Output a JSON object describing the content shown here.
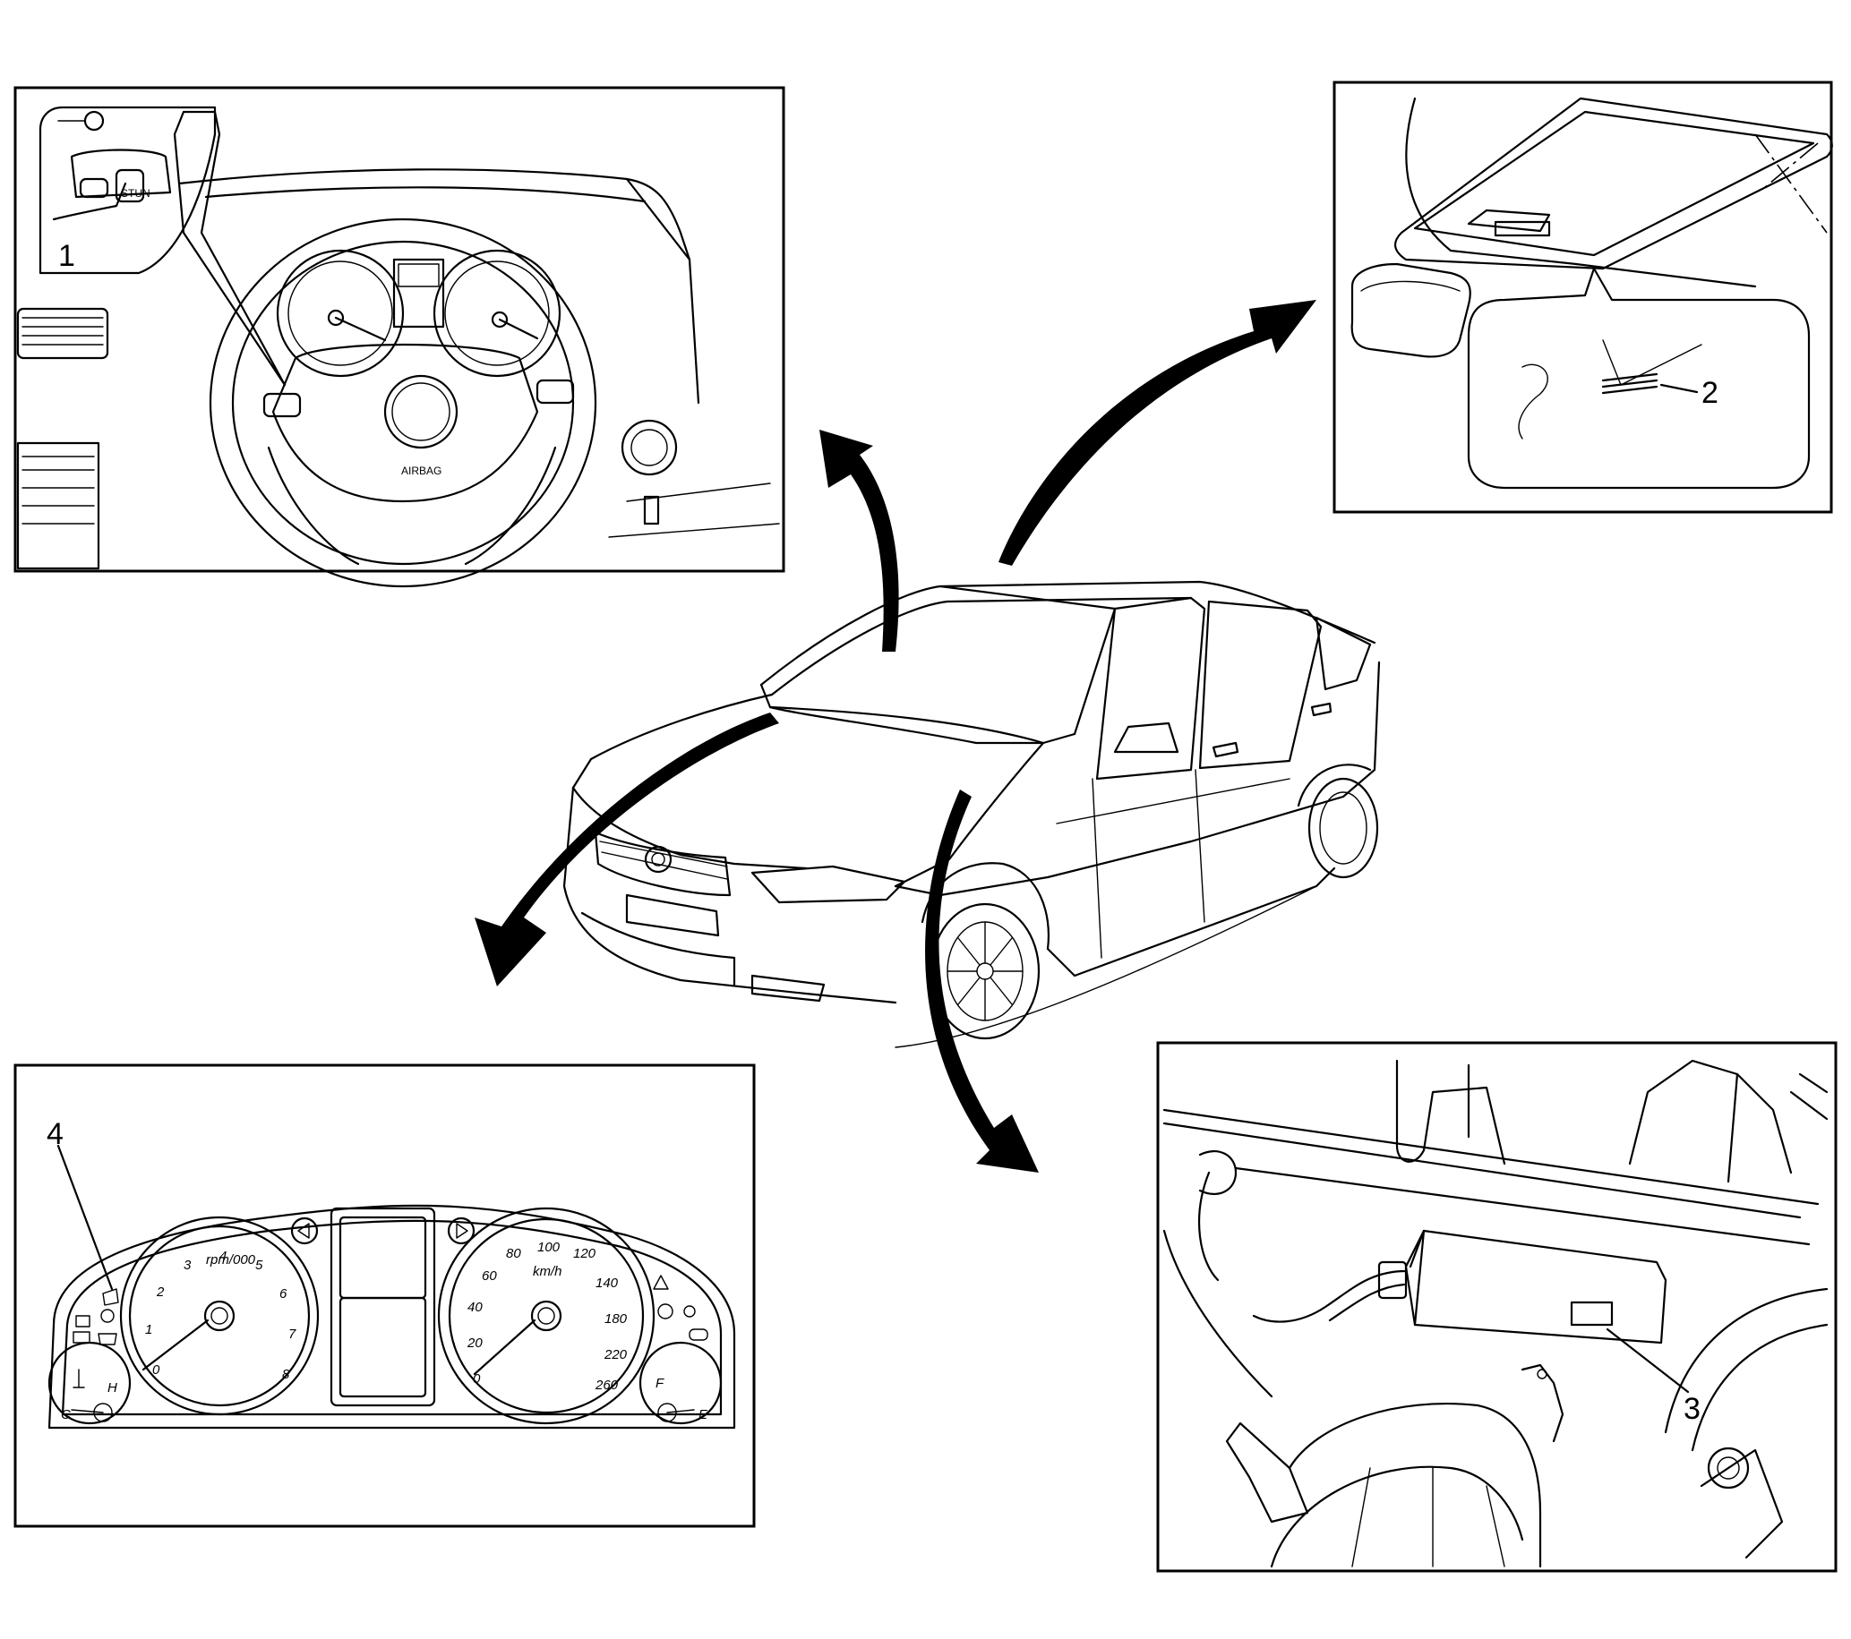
{
  "callouts": {
    "c1": "1",
    "c2": "2",
    "c3": "3",
    "c4": "4"
  },
  "steering_panel": {
    "airbag_label": "AIRBAG",
    "button_label": "STUN"
  },
  "cluster_panel": {
    "tach_unit": "rpm/000",
    "tach_ticks": [
      "0",
      "1",
      "2",
      "3",
      "4",
      "5",
      "6",
      "7",
      "8"
    ],
    "speed_unit": "km/h",
    "speed_ticks": [
      "0",
      "20",
      "40",
      "60",
      "80",
      "100",
      "120",
      "140",
      "180",
      "220",
      "260"
    ],
    "temp_labels": [
      "H",
      "C"
    ],
    "fuel_labels": [
      "F",
      "E"
    ]
  }
}
